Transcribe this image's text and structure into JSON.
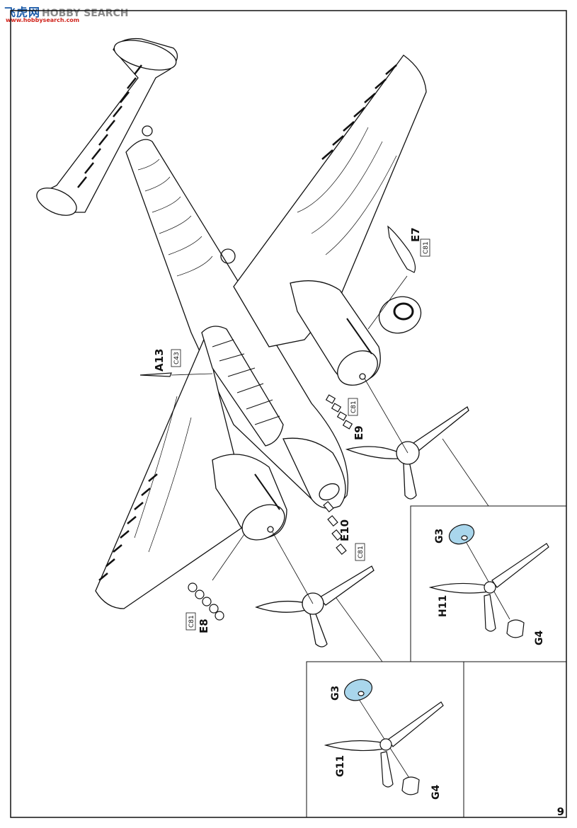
{
  "header": {
    "logo_cn": "飞虎网",
    "logo_en": "HOBBY SEARCH",
    "url": "www.hobbysearch.com"
  },
  "page_number": "9",
  "part_labels": {
    "A13": "A13",
    "C43": "C43",
    "E7": "E7",
    "C81_e7": "C81",
    "E9": "E9",
    "C81_e9": "C81",
    "E10": "E10",
    "C81_e10": "C81",
    "E8": "E8",
    "C81_e8": "C81",
    "G3_top": "G3",
    "H11": "H11",
    "G4_top": "G4",
    "G3_bot": "G3",
    "G11": "G11",
    "G4_bot": "G4"
  },
  "colors": {
    "line": "#111111",
    "spinner_fill": "#a9d6ec"
  }
}
